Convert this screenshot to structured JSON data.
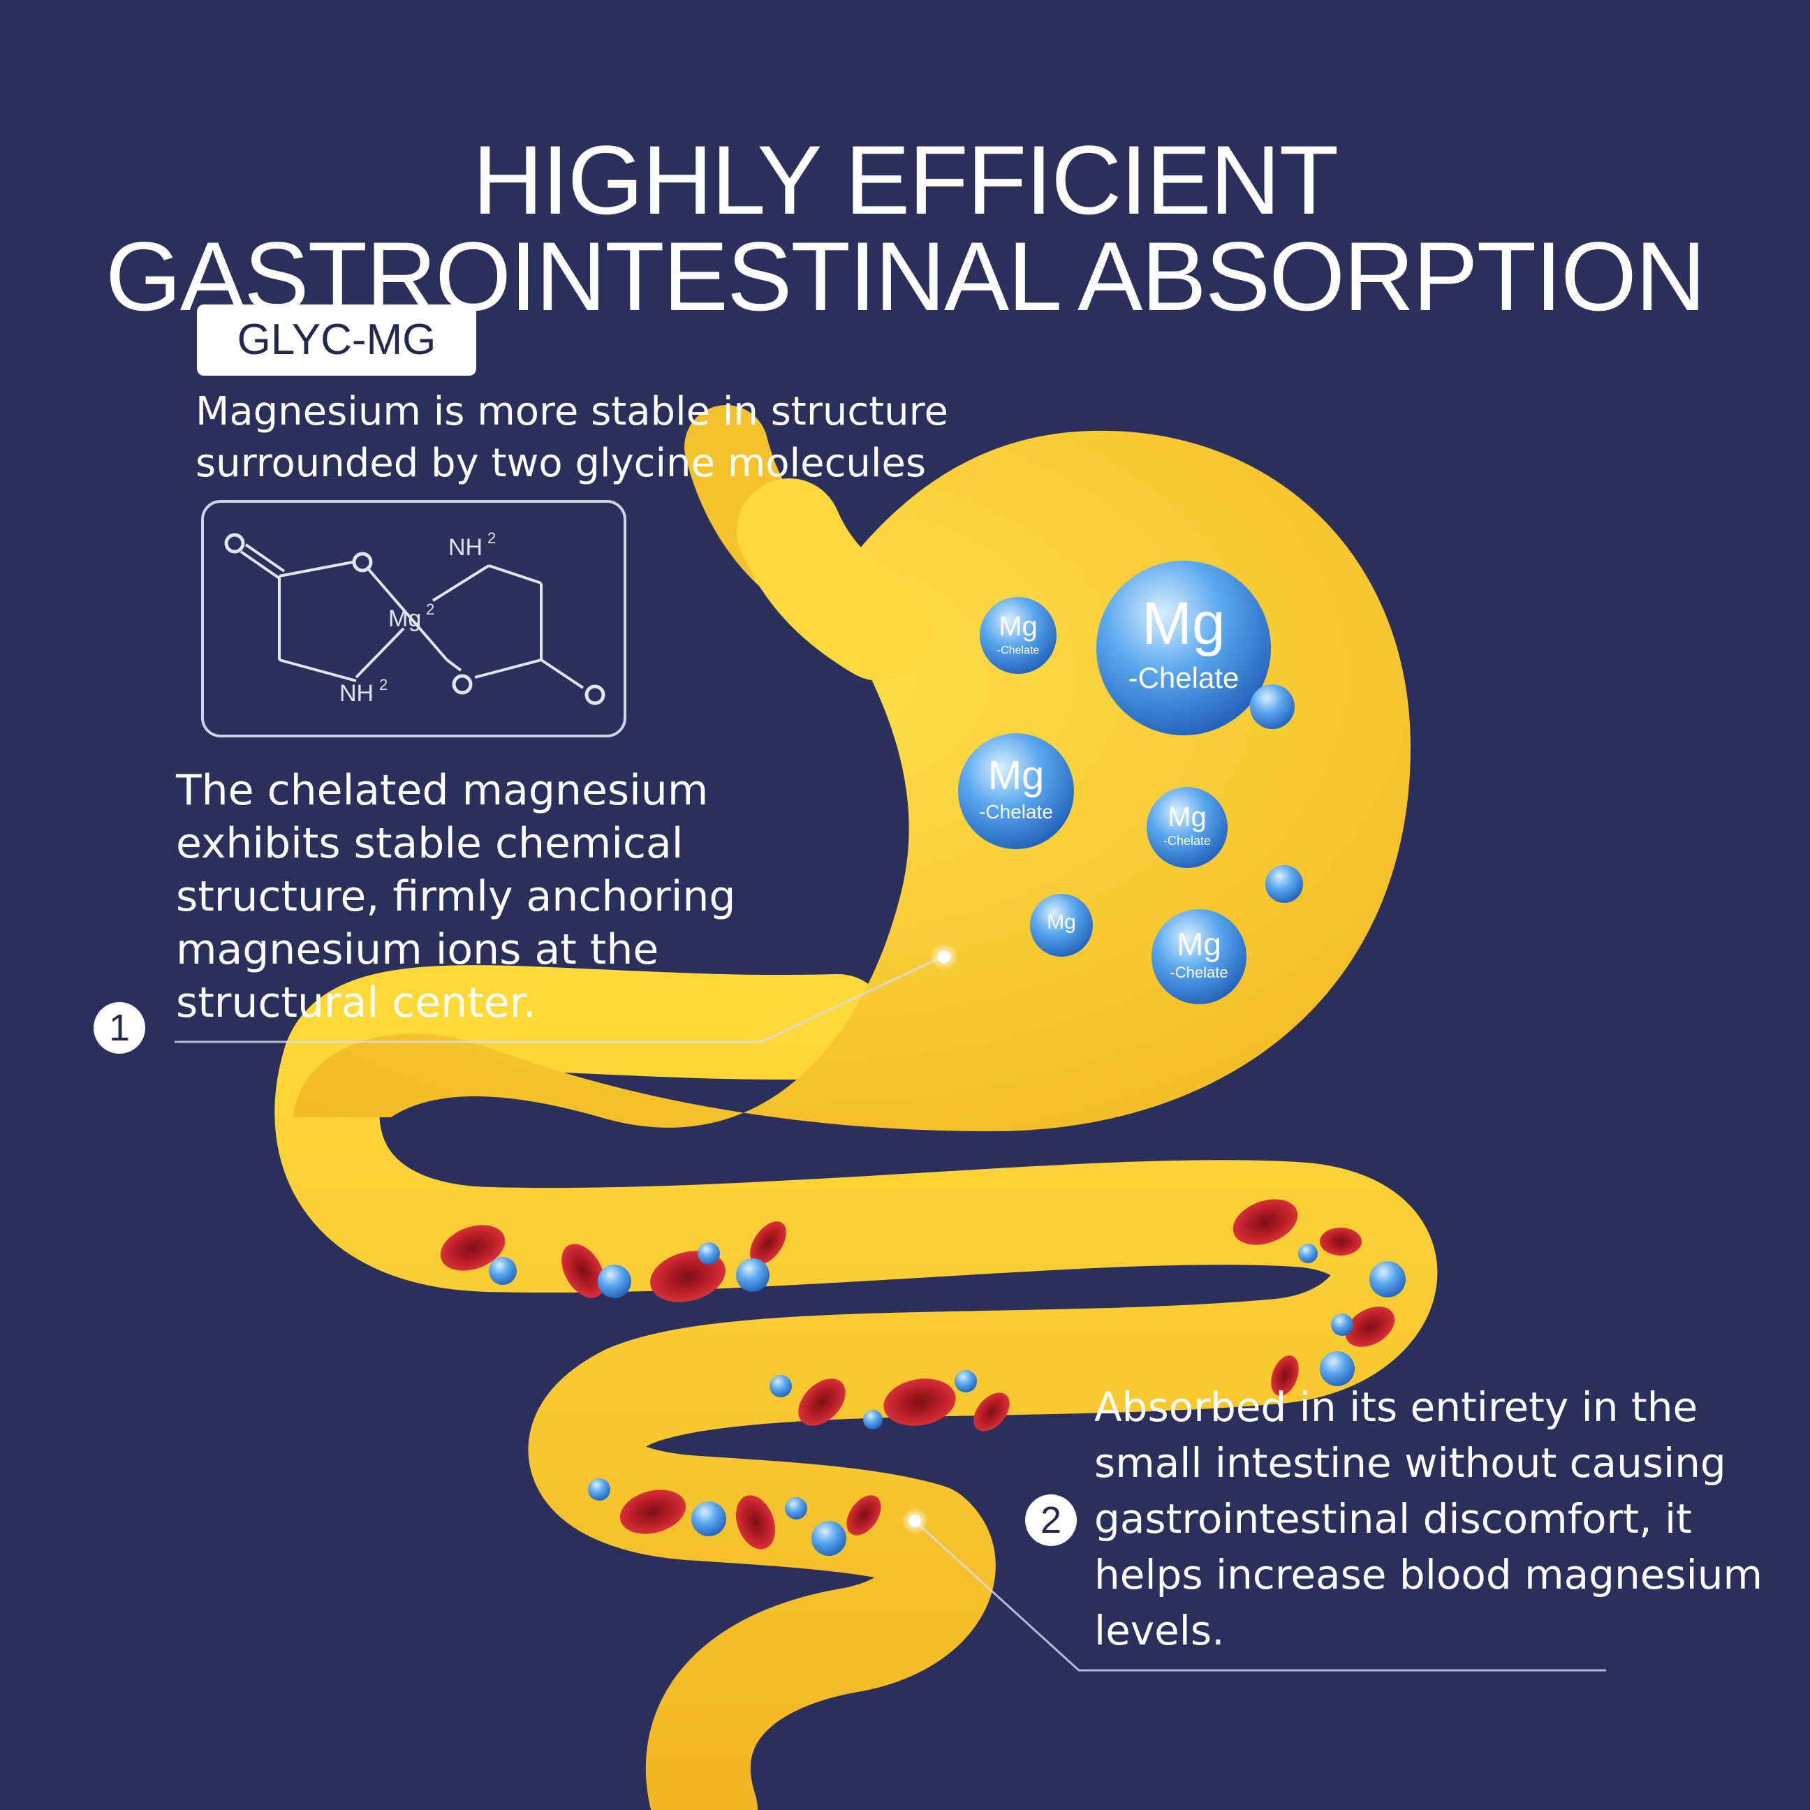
{
  "title": {
    "line1": "HIGHLY EFFICIENT",
    "line2": "GASTROINTESTINAL ABSORPTION"
  },
  "badge": "GLYC-MG",
  "description": {
    "line1": "Magnesium is more stable in structure",
    "line2": "surrounded by two glycine molecules"
  },
  "molecule": {
    "o_left": "O",
    "o_top": "O",
    "o_bottom": "O",
    "o_right": "O",
    "nh_top": "NH",
    "nh_top_sup": "2",
    "nh_bottom": "NH",
    "nh_bottom_sup": "2",
    "mg": "Mg",
    "mg_sup": "2"
  },
  "callout1": {
    "number": "1",
    "lines": [
      "The chelated magnesium",
      "exhibits stable chemical",
      "structure, firmly anchoring",
      "magnesium ions at the",
      "structural center."
    ]
  },
  "callout2": {
    "number": "2",
    "lines": [
      "Absorbed in its entirety in the",
      "small intestine without causing",
      "gastrointestinal discomfort, it",
      "helps increase blood magnesium",
      "levels."
    ]
  },
  "chelate": {
    "symbol": "Mg",
    "label": "-Chelate"
  },
  "colors": {
    "background": "#2b2f5c",
    "organ": "#f7c72e",
    "organ_light": "#ffe04a",
    "blood_cell": "#c8202a",
    "sphere": "#3f8ee0",
    "text": "#ffffff"
  }
}
